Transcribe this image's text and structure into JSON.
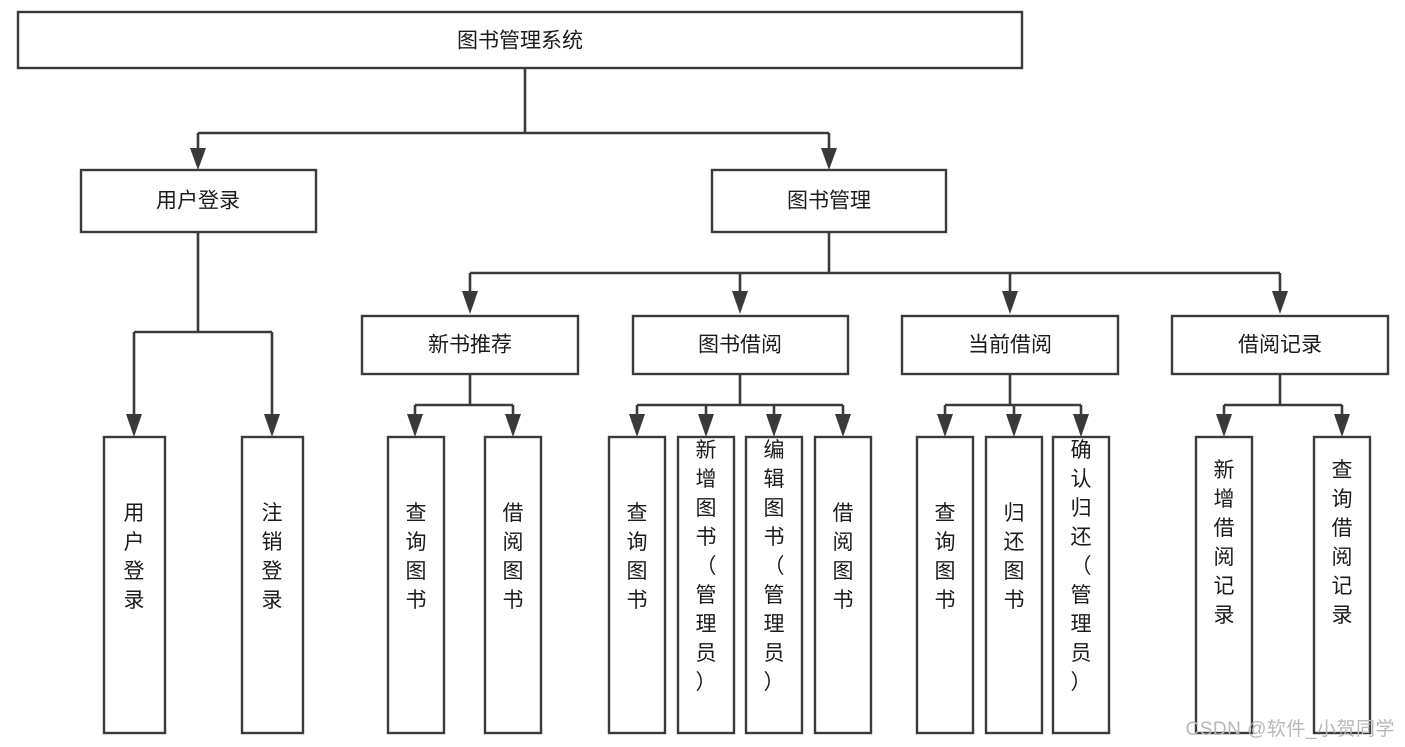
{
  "diagram": {
    "type": "tree-hierarchy",
    "title": "图书管理系统",
    "watermark": "CSDN @软件_小贺同学",
    "colors": {
      "stroke": "#3a3a3a",
      "box_fill": "#ffffff",
      "text": "#1b1b1b",
      "background": "#ffffff",
      "watermark": "#b8b8b8"
    },
    "root": {
      "label": "图书管理系统"
    },
    "level2": [
      {
        "label": "用户登录"
      },
      {
        "label": "图书管理"
      }
    ],
    "level3": [
      {
        "label": "新书推荐"
      },
      {
        "label": "图书借阅"
      },
      {
        "label": "当前借阅"
      },
      {
        "label": "借阅记录"
      }
    ],
    "leaves": {
      "user_login": [
        {
          "label": "用户登录"
        },
        {
          "label": "注销登录"
        }
      ],
      "new_book_recommend": [
        {
          "label": "查询图书"
        },
        {
          "label": "借阅图书"
        }
      ],
      "book_borrow": [
        {
          "label": "查询图书"
        },
        {
          "label": "新增图书（管理员）"
        },
        {
          "label": "编辑图书（管理员）"
        },
        {
          "label": "借阅图书"
        }
      ],
      "current_borrow": [
        {
          "label": "查询图书"
        },
        {
          "label": "归还图书"
        },
        {
          "label": "确认归还（管理员）"
        }
      ],
      "borrow_record": [
        {
          "label": "新增借阅记录"
        },
        {
          "label": "查询借阅记录"
        }
      ]
    }
  }
}
